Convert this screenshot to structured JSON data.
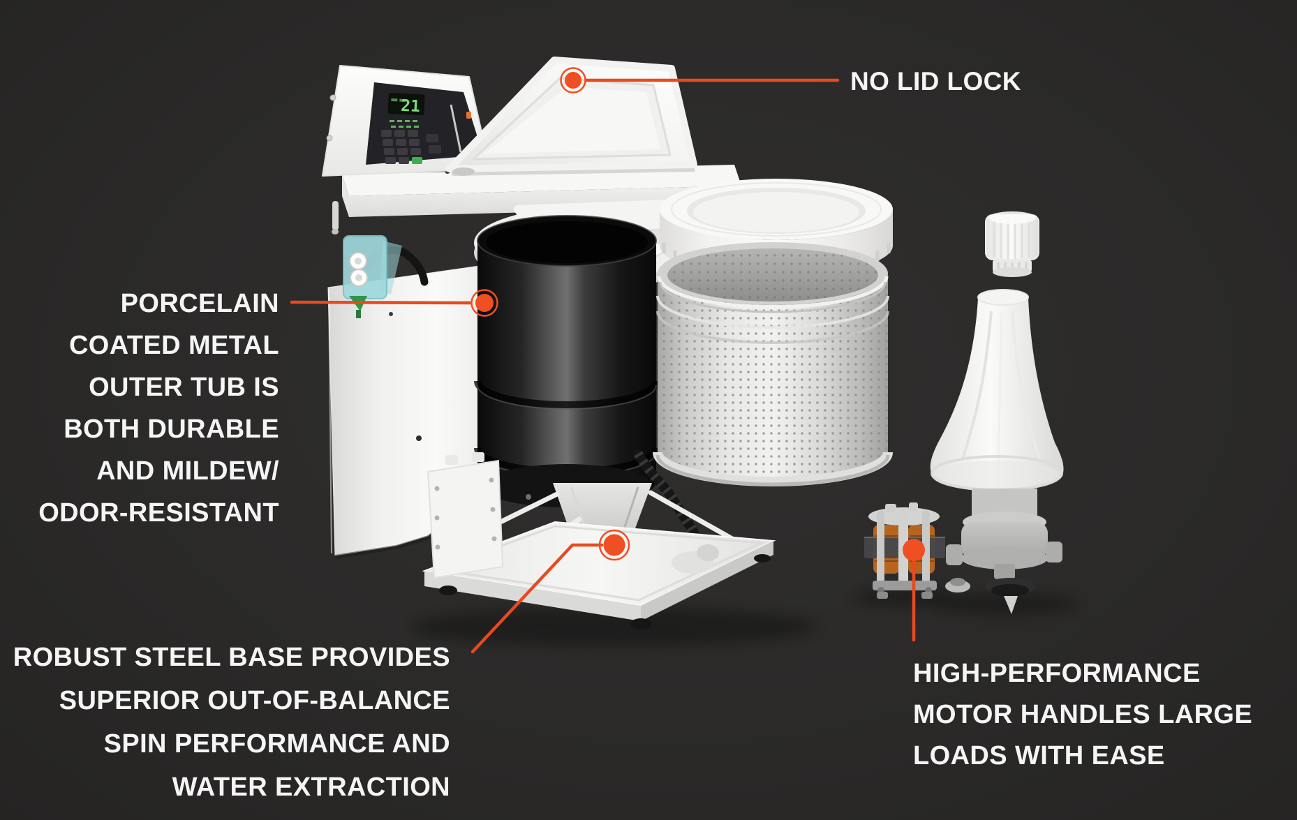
{
  "theme": {
    "background": "#2B2A29",
    "accent_orange": "#F04E23",
    "callout_line": "#E8491F",
    "text_color": "#F5F5F5",
    "valve_teal": "#9FD8DC",
    "motor_copper": "#B5651D",
    "display_green": "#7FD97A",
    "tub_black": "#0B0B0B",
    "drum_silver": "#D9D9D7"
  },
  "machine": {
    "console_display_value": "21",
    "parts_depicted": [
      "open lid with control console",
      "top deck panel",
      "inner lid panel",
      "tub cover ring",
      "tub locking ring",
      "porcelain-coated black outer tub",
      "perforated stainless inner drum",
      "cabinet side panel with water inlet valve",
      "suspension cone and struts",
      "steel base platform",
      "fabric softener dispenser cap",
      "agitator",
      "transmission assembly",
      "drive motor with copper windings"
    ]
  },
  "callouts": {
    "lid": {
      "label": "NO LID LOCK"
    },
    "outer_tub": {
      "lines": [
        "PORCELAIN",
        "COATED METAL",
        "OUTER TUB IS",
        "BOTH DURABLE",
        "AND MILDEW/",
        "ODOR-RESISTANT"
      ]
    },
    "base": {
      "lines": [
        "ROBUST STEEL BASE PROVIDES",
        "SUPERIOR OUT-OF-BALANCE",
        "SPIN PERFORMANCE AND",
        "WATER EXTRACTION"
      ]
    },
    "motor": {
      "lines": [
        "HIGH-PERFORMANCE",
        "MOTOR HANDLES LARGE",
        "LOADS WITH EASE"
      ]
    }
  }
}
